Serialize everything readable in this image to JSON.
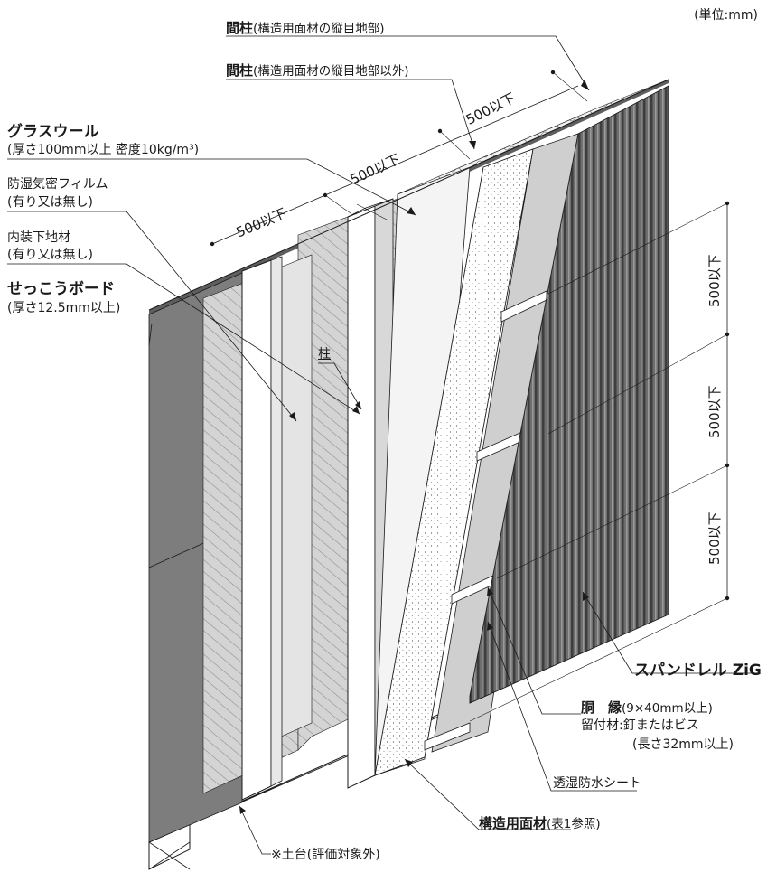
{
  "unit": "(単位:mm)",
  "labels": {
    "mabashira_joint_bold": "間柱",
    "mabashira_joint_note": "(構造用面材の縦目地部)",
    "mabashira_other_bold": "間柱",
    "mabashira_other_note": "(構造用面材の縦目地部以外)",
    "glasswool_bold": "グラスウール",
    "glasswool_note": "(厚さ100mm以上 密度10kg/m³)",
    "film_line1": "防湿気密フィルム",
    "film_line2": "(有り又は無し)",
    "interior_line1": "内装下地材",
    "interior_line2": "(有り又は無し)",
    "gypsum_bold": "せっこうボード",
    "gypsum_note": "(厚さ12.5mm以上)",
    "column": "柱",
    "spandrel": "スパンドレル ZiG",
    "furring_bold": "胴　縁",
    "furring_note": "(9×40mm以上)",
    "fastener_line1": "留付材:釘またはビス",
    "fastener_line2": "(長さ32mm以上)",
    "sheet": "透湿防水シート",
    "structural_bold": "構造用面材",
    "structural_note": "(表1参照)",
    "sill": "※土台(評価対象外)"
  },
  "dimensions": {
    "h1": "500以下",
    "h2": "500以下",
    "h3": "500以下",
    "v1": "500以下",
    "v2": "500以下",
    "v3": "500以下"
  },
  "colors": {
    "board": "#7d7d7d",
    "board_dark": "#5e5e5e",
    "hatch_bg": "#d4d4d4",
    "hatch_line": "#9a9a9a",
    "panel": "#c8c8c8",
    "spandrel": "#6b6b6b",
    "line": "#1a1a1a"
  }
}
